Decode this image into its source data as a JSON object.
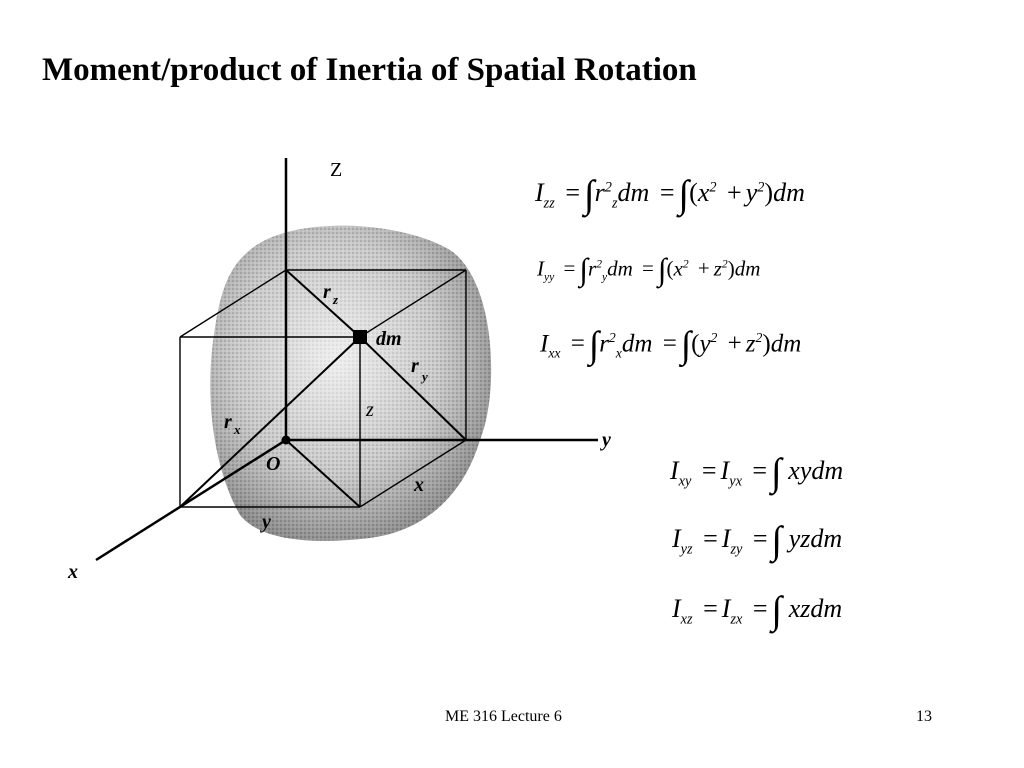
{
  "slide": {
    "title": "Moment/product of Inertia of Spatial Rotation",
    "footer": "ME 316 Lecture 6",
    "page_number": "13"
  },
  "figure": {
    "axis_labels": {
      "z": "Z",
      "y": "y",
      "x": "x"
    },
    "point_labels": {
      "origin": "O",
      "dm": "dm",
      "rz": "r",
      "rz_sub": "z",
      "ry": "r",
      "ry_sub": "y",
      "rx": "r",
      "rx_sub": "x",
      "z": "z",
      "x": "x",
      "y": "y"
    }
  },
  "equations": {
    "izz": {
      "lhs": "I",
      "lhs_sub": "zz",
      "r": "r",
      "r_sup": "2",
      "r_sub": "z",
      "dm1": "dm",
      "a": "x",
      "a_sup": "2",
      "plus": "+",
      "b": "y",
      "b_sup": "2",
      "dm2": "dm"
    },
    "iyy": {
      "lhs": "I",
      "lhs_sub": "yy",
      "r": "r",
      "r_sup": "2",
      "r_sub": "y",
      "dm1": "dm",
      "a": "x",
      "a_sup": "2",
      "plus": "+",
      "b": "z",
      "b_sup": "2",
      "dm2": "dm"
    },
    "ixx": {
      "lhs": "I",
      "lhs_sub": "xx",
      "r": "r",
      "r_sup": "2",
      "r_sub": "x",
      "dm1": "dm",
      "a": "y",
      "a_sup": "2",
      "plus": "+",
      "b": "z",
      "b_sup": "2",
      "dm2": "dm"
    },
    "ixy": {
      "lhs": "I",
      "lhs_sub": "xy",
      "mid": "I",
      "mid_sub": "yx",
      "rhs": "xydm"
    },
    "iyz": {
      "lhs": "I",
      "lhs_sub": "yz",
      "mid": "I",
      "mid_sub": "zy",
      "rhs": "yzdm"
    },
    "ixz": {
      "lhs": "I",
      "lhs_sub": "xz",
      "mid": "I",
      "mid_sub": "zx",
      "rhs": "xzdm"
    }
  }
}
